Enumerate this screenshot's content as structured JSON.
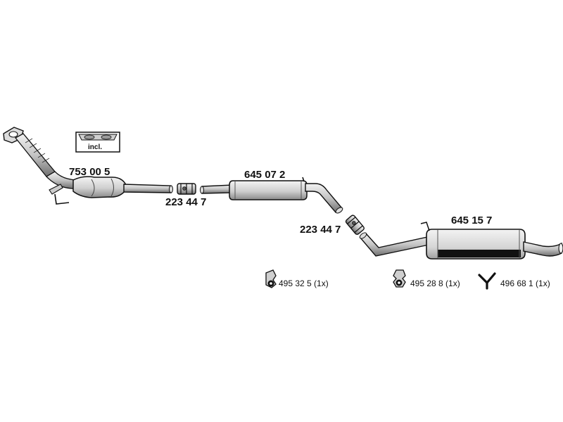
{
  "parts": {
    "catalytic_converter": "753 00 5",
    "clamp_front": "223 44 7",
    "middle_silencer": "645 07 2",
    "clamp_rear": "223 44 7",
    "rear_silencer": "645 15 7"
  },
  "included_box": "incl.",
  "accessories": {
    "rubber_mount_1": "495 32 5 (1x)",
    "rubber_mount_2": "495 28 8 (1x)",
    "hanger": "496 68 1 (1x)"
  },
  "colors": {
    "ink": "#111111",
    "metal_light": "#e4e4e4",
    "metal_mid": "#b9b9b9",
    "metal_dark": "#7d7d7d"
  }
}
